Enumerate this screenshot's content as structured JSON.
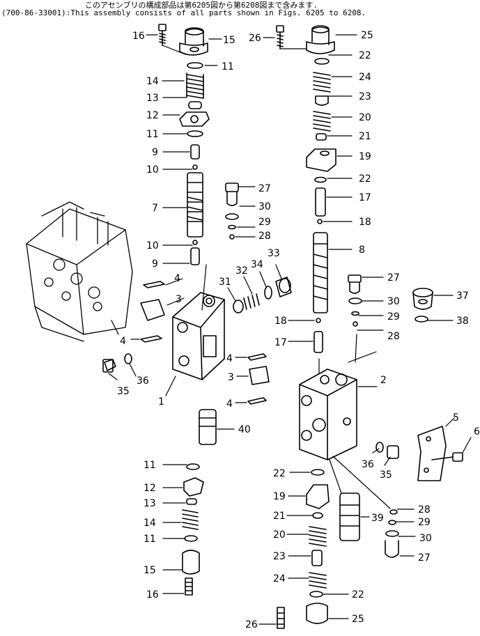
{
  "header": {
    "line1": "このアセンブリの構成部品は第6205図から第6208図まで含みます.",
    "line2": "(700-86-33001):This assembly consists of all parts shown in Figs. 6205 to 6208."
  },
  "callouts": [
    {
      "id": "c16a",
      "text": "16"
    },
    {
      "id": "c15a",
      "text": "15"
    },
    {
      "id": "c11a",
      "text": "11"
    },
    {
      "id": "c14a",
      "text": "14"
    },
    {
      "id": "c13a",
      "text": "13"
    },
    {
      "id": "c12a",
      "text": "12"
    },
    {
      "id": "c11b",
      "text": "11"
    },
    {
      "id": "c9a",
      "text": "9"
    },
    {
      "id": "c10a",
      "text": "10"
    },
    {
      "id": "c7",
      "text": "7"
    },
    {
      "id": "c10b",
      "text": "10"
    },
    {
      "id": "c9b",
      "text": "9"
    },
    {
      "id": "c4a",
      "text": "4"
    },
    {
      "id": "c3a",
      "text": "3"
    },
    {
      "id": "c4b",
      "text": "4"
    },
    {
      "id": "c1",
      "text": "1"
    },
    {
      "id": "c35a",
      "text": "35"
    },
    {
      "id": "c36a",
      "text": "36"
    },
    {
      "id": "c27a",
      "text": "27"
    },
    {
      "id": "c30a",
      "text": "30"
    },
    {
      "id": "c29a",
      "text": "29"
    },
    {
      "id": "c28a",
      "text": "28"
    },
    {
      "id": "c33",
      "text": "33"
    },
    {
      "id": "c32",
      "text": "32"
    },
    {
      "id": "c34",
      "text": "34"
    },
    {
      "id": "c31",
      "text": "31"
    },
    {
      "id": "c4c",
      "text": "4"
    },
    {
      "id": "c3b",
      "text": "3"
    },
    {
      "id": "c4d",
      "text": "4"
    },
    {
      "id": "c40",
      "text": "40"
    },
    {
      "id": "c11c",
      "text": "11"
    },
    {
      "id": "c12b",
      "text": "12"
    },
    {
      "id": "c13b",
      "text": "13"
    },
    {
      "id": "c14b",
      "text": "14"
    },
    {
      "id": "c11d",
      "text": "11"
    },
    {
      "id": "c15b",
      "text": "15"
    },
    {
      "id": "c16b",
      "text": "16"
    },
    {
      "id": "c26a",
      "text": "26"
    },
    {
      "id": "c25a",
      "text": "25"
    },
    {
      "id": "c22a",
      "text": "22"
    },
    {
      "id": "c24a",
      "text": "24"
    },
    {
      "id": "c23a",
      "text": "23"
    },
    {
      "id": "c20a",
      "text": "20"
    },
    {
      "id": "c21a",
      "text": "21"
    },
    {
      "id": "c19a",
      "text": "19"
    },
    {
      "id": "c22b",
      "text": "22"
    },
    {
      "id": "c17a",
      "text": "17"
    },
    {
      "id": "c18a",
      "text": "18"
    },
    {
      "id": "c8",
      "text": "8"
    },
    {
      "id": "c27b",
      "text": "27"
    },
    {
      "id": "c30b",
      "text": "30"
    },
    {
      "id": "c29b",
      "text": "29"
    },
    {
      "id": "c28b",
      "text": "28"
    },
    {
      "id": "c37",
      "text": "37"
    },
    {
      "id": "c38",
      "text": "38"
    },
    {
      "id": "c18b",
      "text": "18"
    },
    {
      "id": "c17b",
      "text": "17"
    },
    {
      "id": "c2",
      "text": "2"
    },
    {
      "id": "c5",
      "text": "5"
    },
    {
      "id": "c6",
      "text": "6"
    },
    {
      "id": "c36b",
      "text": "36"
    },
    {
      "id": "c35b",
      "text": "35"
    },
    {
      "id": "c22c",
      "text": "22"
    },
    {
      "id": "c19b",
      "text": "19"
    },
    {
      "id": "c39",
      "text": "39"
    },
    {
      "id": "c28c",
      "text": "28"
    },
    {
      "id": "c29c",
      "text": "29"
    },
    {
      "id": "c21b",
      "text": "21"
    },
    {
      "id": "c20b",
      "text": "20"
    },
    {
      "id": "c30c",
      "text": "30"
    },
    {
      "id": "c27c",
      "text": "27"
    },
    {
      "id": "c23b",
      "text": "23"
    },
    {
      "id": "c24b",
      "text": "24"
    },
    {
      "id": "c22d",
      "text": "22"
    },
    {
      "id": "c26b",
      "text": "26"
    },
    {
      "id": "c25b",
      "text": "25"
    }
  ]
}
